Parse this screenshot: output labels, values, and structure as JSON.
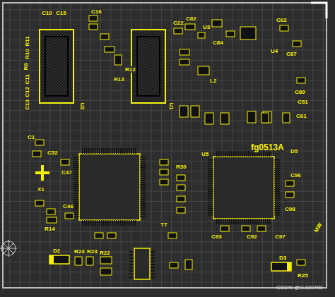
{
  "diagram": {
    "labels": [
      "C10",
      "C15",
      "U2",
      "R11",
      "R10",
      "R8",
      "C11",
      "C12",
      "C13",
      "C16",
      "C22",
      "C82",
      "U3",
      "C84",
      "C62",
      "U4",
      "C87",
      "R13",
      "R12",
      "U1",
      "L2",
      "C1",
      "C52",
      "X1",
      "C47",
      "C46",
      "R14",
      "fg0513A",
      "D5",
      "U5",
      "R30",
      "C98",
      "C61",
      "C51",
      "C89",
      "C93",
      "C92",
      "C97",
      "C96",
      "D2",
      "R24",
      "R23",
      "R22",
      "D3",
      "R25",
      "T7",
      "MW",
      "CSDN @GJZGRB"
    ]
  }
}
